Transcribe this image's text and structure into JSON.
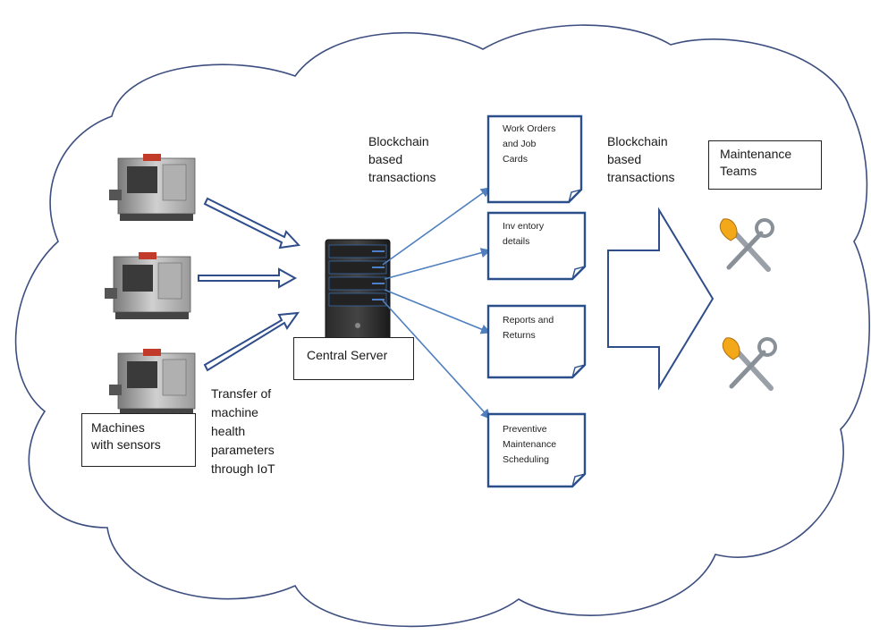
{
  "diagram": {
    "machines_label": [
      "Machines",
      "with sensors"
    ],
    "iot_label": [
      "Transfer of",
      "machine",
      "health",
      "parameters",
      "through IoT"
    ],
    "server_label": "Central Server",
    "blockchain_label_left": [
      "Blockchain",
      "based",
      "transactions"
    ],
    "blockchain_label_right": [
      "Blockchain",
      "based",
      "transactions"
    ],
    "documents": [
      [
        "Work Orders",
        "and Job",
        "Cards"
      ],
      [
        "Inv entory",
        "details"
      ],
      [
        "Reports and",
        "Returns"
      ],
      [
        "Preventive",
        "Maintenance",
        "Scheduling"
      ]
    ],
    "teams_label": [
      "Maintenance",
      "Teams"
    ],
    "colors": {
      "cloud_stroke": "#3d4f80",
      "arrow_stroke": "#2e4d8a",
      "line_arrow": "#4f7fbf",
      "doc_border": "#2a4f8a",
      "wrench_handle": "#f2a818"
    },
    "icons": [
      "cnc-machine-icon",
      "server-tower-icon",
      "wrench-screwdriver-icon"
    ]
  }
}
